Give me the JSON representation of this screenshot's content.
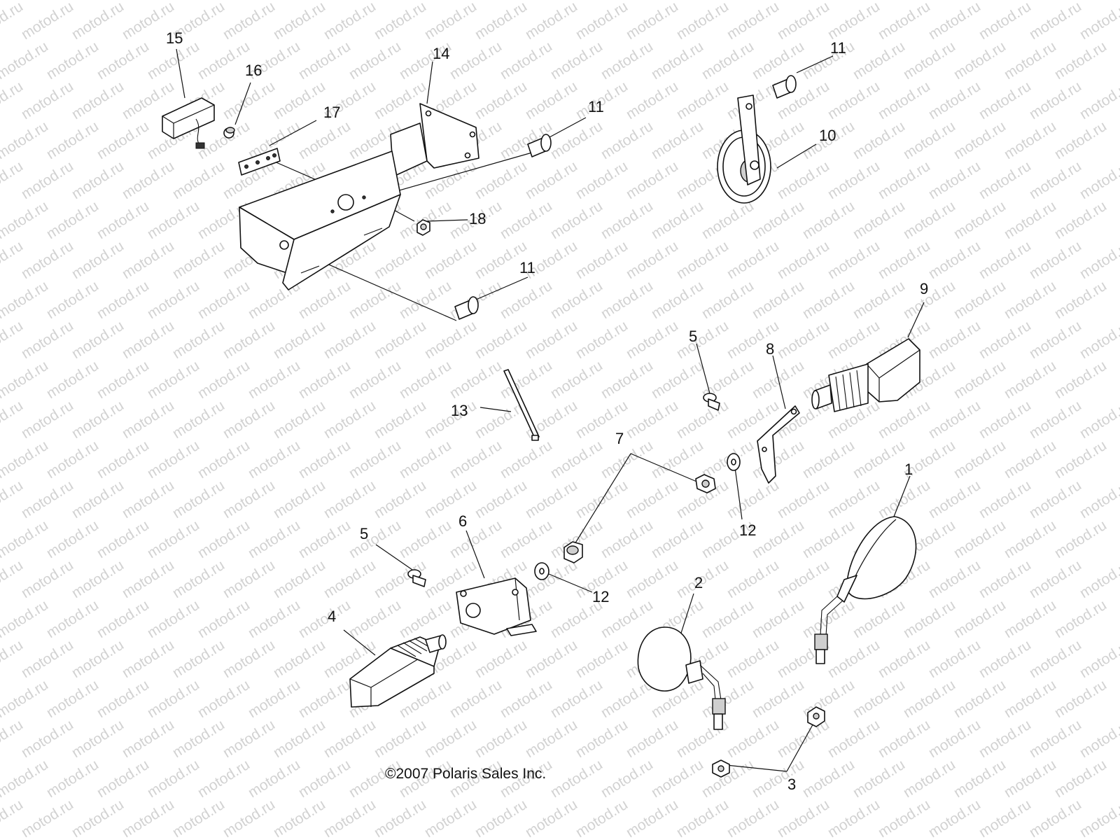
{
  "watermark": {
    "text": "motod.ru",
    "color": "#d2d2d2"
  },
  "copyright": "©2007 Polaris Sales Inc.",
  "callouts": [
    {
      "id": "c15",
      "label": "15",
      "part": "relay-module"
    },
    {
      "id": "c16",
      "label": "16",
      "part": "spacer"
    },
    {
      "id": "c17",
      "label": "17",
      "part": "plate"
    },
    {
      "id": "c14",
      "label": "14",
      "part": "mounting-bracket"
    },
    {
      "id": "c11a",
      "label": "11",
      "part": "bolt"
    },
    {
      "id": "c18",
      "label": "18",
      "part": "nut"
    },
    {
      "id": "c11b",
      "label": "11",
      "part": "bolt"
    },
    {
      "id": "c11c",
      "label": "11",
      "part": "bolt"
    },
    {
      "id": "c10",
      "label": "10",
      "part": "horn"
    },
    {
      "id": "c9",
      "label": "9",
      "part": "turn-signal-right"
    },
    {
      "id": "c5a",
      "label": "5",
      "part": "screw"
    },
    {
      "id": "c8",
      "label": "8",
      "part": "signal-bracket-right"
    },
    {
      "id": "c13",
      "label": "13",
      "part": "cable-tie"
    },
    {
      "id": "c7",
      "label": "7",
      "part": "nut"
    },
    {
      "id": "c12a",
      "label": "12",
      "part": "washer"
    },
    {
      "id": "c1",
      "label": "1",
      "part": "mirror-right"
    },
    {
      "id": "c5b",
      "label": "5",
      "part": "screw"
    },
    {
      "id": "c6",
      "label": "6",
      "part": "signal-bracket-left"
    },
    {
      "id": "c12b",
      "label": "12",
      "part": "washer"
    },
    {
      "id": "c2",
      "label": "2",
      "part": "mirror-left"
    },
    {
      "id": "c4",
      "label": "4",
      "part": "turn-signal-left"
    },
    {
      "id": "c3",
      "label": "3",
      "part": "nut"
    }
  ]
}
